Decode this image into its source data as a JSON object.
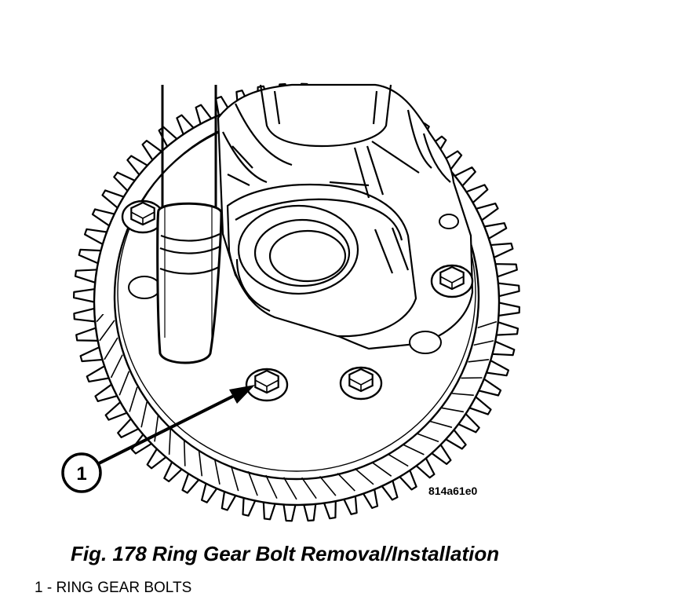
{
  "figure": {
    "code": "814a61e0",
    "callout_number": "1",
    "caption": "Fig. 178 Ring Gear Bolt Removal/Installation",
    "legend": [
      {
        "text": "1 - RING GEAR BOLTS"
      }
    ]
  }
}
